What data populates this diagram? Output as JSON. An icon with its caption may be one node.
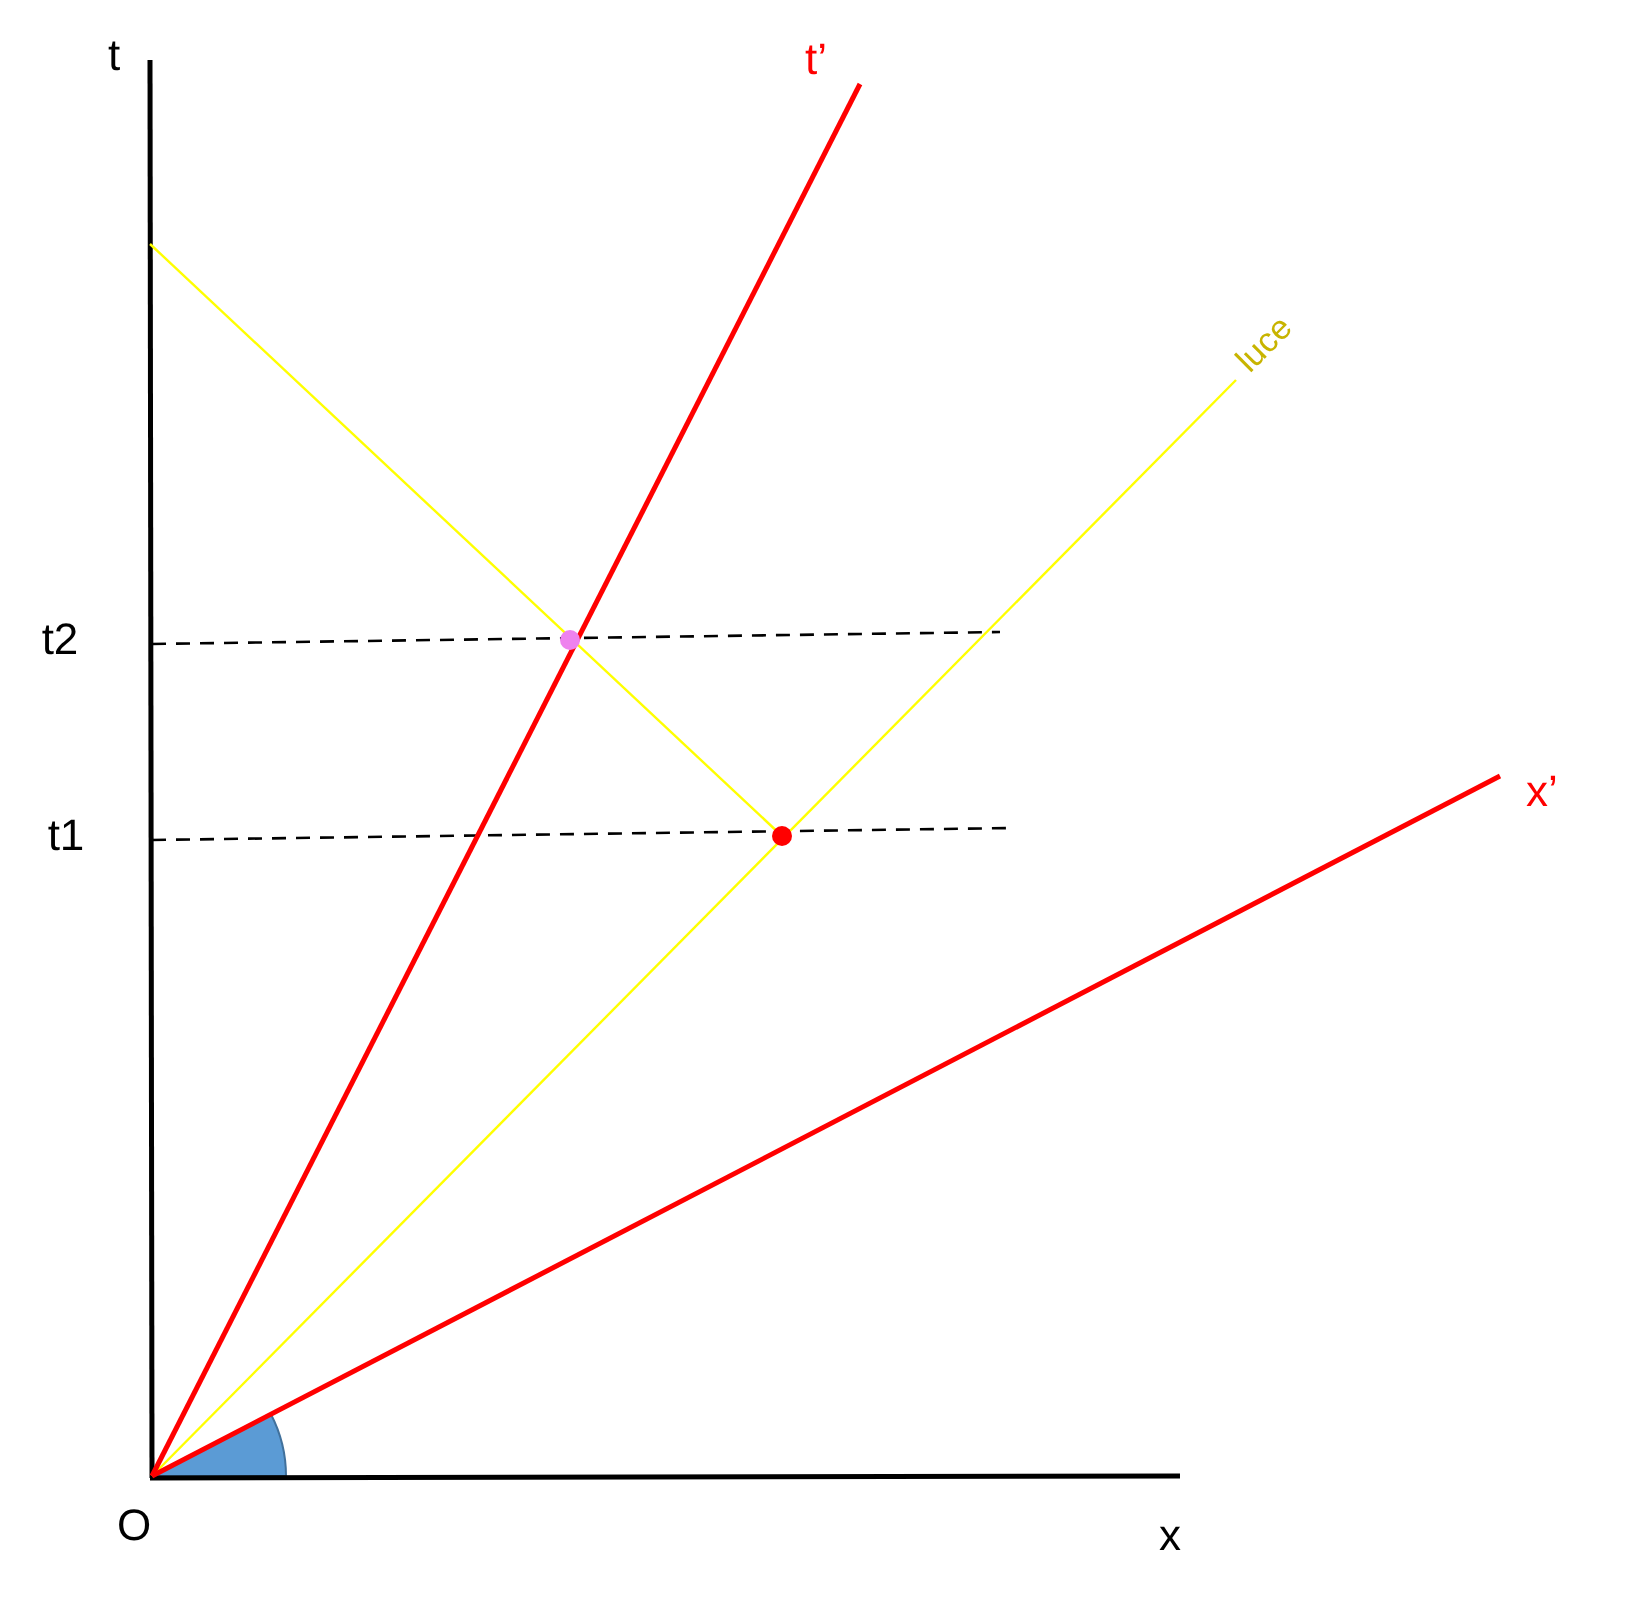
{
  "diagram": {
    "labels": [
      "t",
      "t’",
      "luce",
      "t2",
      "t1",
      "x’",
      "O",
      "x"
    ]
  }
}
